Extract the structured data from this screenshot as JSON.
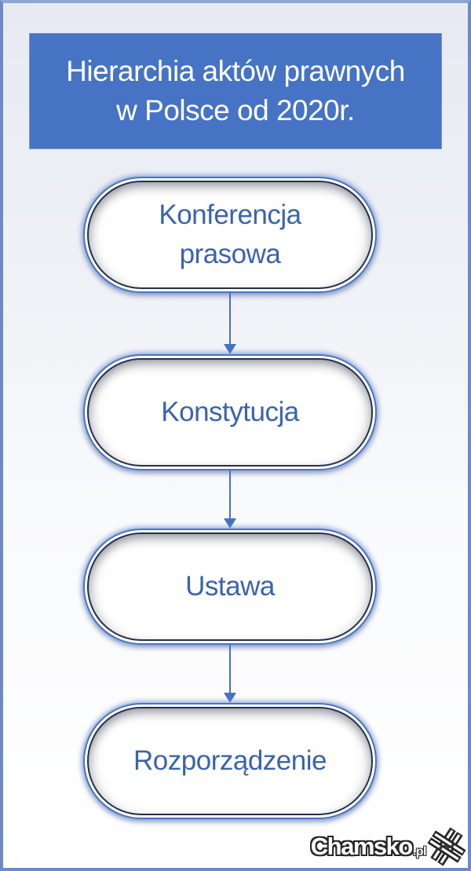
{
  "page": {
    "title_lines": [
      "Hierarchia aktów prawnych",
      "w Polsce od 2020r."
    ]
  },
  "diagram": {
    "type": "vertical-hierarchy-flow",
    "connector": "arrow-down",
    "nodes": [
      {
        "label": "Konferencja prasowa",
        "lines": [
          "Konferencja",
          "prasowa"
        ]
      },
      {
        "label": "Konstytucja",
        "lines": [
          "Konstytucja"
        ]
      },
      {
        "label": "Ustawa",
        "lines": [
          "Ustawa"
        ]
      },
      {
        "label": "Rozporządzenie",
        "lines": [
          "Rozporządzenie"
        ]
      }
    ]
  },
  "watermark": {
    "brand": "Chamsko",
    "suffix": ".pl",
    "logo": "hash-icon"
  },
  "colors": {
    "accent_blue": "#4472C4",
    "header_bg": "#4673C3",
    "header_text": "#FFFFFF",
    "node_text": "#3A63AE",
    "node_border_outer": "#4A74C0",
    "node_border_inner": "#232F4B",
    "node_fill": "#FFFFFF",
    "frame_border": "#6D89C6",
    "background_top": "#E8EAF3",
    "background_bottom": "#FFFFFF"
  }
}
